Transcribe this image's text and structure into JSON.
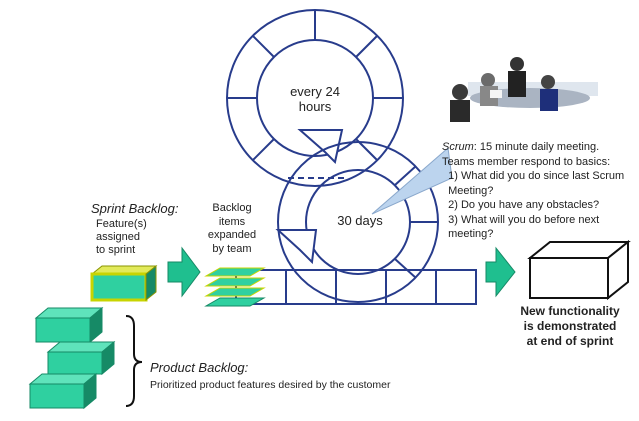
{
  "cycle": {
    "daily_label_line1": "every 24",
    "daily_label_line2": "hours",
    "sprint_label": "30 days"
  },
  "sprint_backlog": {
    "title": "Sprint Backlog:",
    "desc_lines": [
      "Feature(s)",
      "assigned",
      "to sprint"
    ]
  },
  "expanded_items": {
    "lines": [
      "Backlog",
      "items",
      "expanded",
      "by team"
    ]
  },
  "product_backlog": {
    "title": "Product Backlog:",
    "desc": "Prioritized product features desired by the customer"
  },
  "scrum_callout": {
    "title": "Scrum",
    "title_rest": ": 15 minute daily meeting.",
    "lines": [
      "Teams member respond to basics:",
      "  1) What did you do since last Scrum",
      "  Meeting?",
      "  2) Do you have any obstacles?",
      "  3) What will you do before next",
      "  meeting?"
    ]
  },
  "result": {
    "lines": [
      "New functionality",
      "is demonstrated",
      "at end of sprint"
    ]
  },
  "colors": {
    "arrow_green": "#1fbf8f",
    "block_green": "#2fd0a0",
    "block_dark": "#168a66",
    "block_yellow": "#c8d400",
    "cycle_blue": "#283c8c",
    "callout_blue": "#bcd4ee"
  }
}
